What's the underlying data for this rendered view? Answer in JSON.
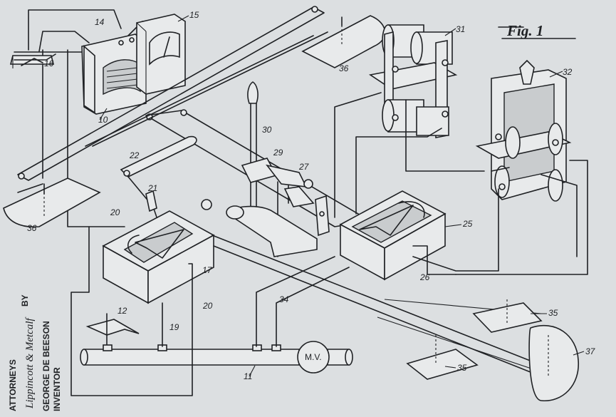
{
  "figure_title": "Fig. 1",
  "valve_label": "M.V.",
  "inventor": {
    "heading": "INVENTOR",
    "name": "GEORGE DE BEESON",
    "by": "BY",
    "signature": "Lippincott & Metcalf",
    "role": "ATTORNEYS"
  },
  "reference_numerals": {
    "n10": "10",
    "n11": "11",
    "n12": "12",
    "n14": "14",
    "n15": "15",
    "n16": "16",
    "n17": "17",
    "n19": "19",
    "n20a": "20",
    "n20b": "20",
    "n21": "21",
    "n22": "22",
    "n25": "25",
    "n26": "26",
    "n27": "27",
    "n29": "29",
    "n30": "30",
    "n31": "31",
    "n32": "32",
    "n34": "34",
    "n35a": "35",
    "n35b": "35",
    "n36a": "36",
    "n36b": "36",
    "n37": "37"
  }
}
